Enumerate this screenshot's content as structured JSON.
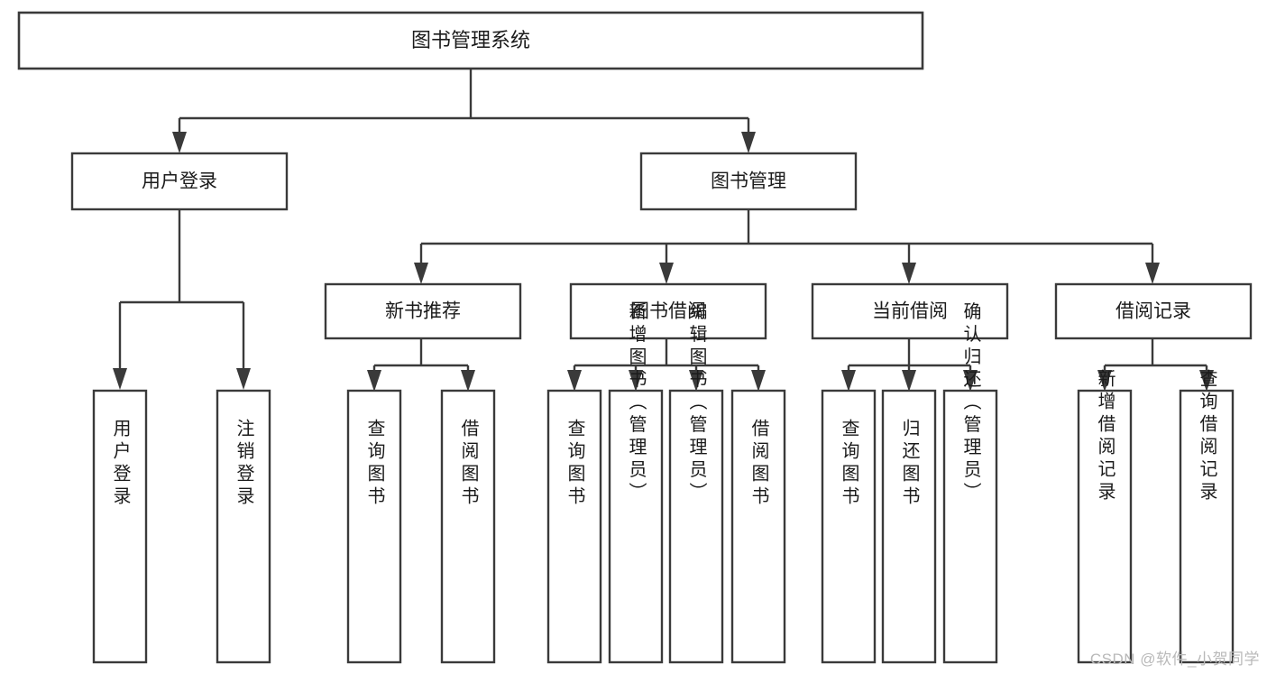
{
  "diagram": {
    "type": "tree-hierarchy",
    "title": "图书管理系统",
    "watermark": "CSDN @软件_小贺同学",
    "colors": {
      "stroke": "#3a3a3a",
      "fill": "#ffffff",
      "text": "#1b1b1b",
      "watermark": "#b9b9b9"
    },
    "nodes": {
      "root": {
        "label": "图书管理系统"
      },
      "level2": [
        {
          "id": "user-login",
          "label": "用户登录"
        },
        {
          "id": "book-manage",
          "label": "图书管理"
        }
      ],
      "level3": [
        {
          "id": "new-book-rec",
          "label": "新书推荐"
        },
        {
          "id": "book-borrow",
          "label": "图书借阅"
        },
        {
          "id": "current-borrow",
          "label": "当前借阅"
        },
        {
          "id": "borrow-record",
          "label": "借阅记录"
        }
      ],
      "leaves": {
        "user-login": [
          {
            "id": "leaf-user-login",
            "label": "用户登录"
          },
          {
            "id": "leaf-logout",
            "label": "注销登录"
          }
        ],
        "new-book-rec": [
          {
            "id": "leaf-query-book-1",
            "label": "查询图书"
          },
          {
            "id": "leaf-borrow-book-1",
            "label": "借阅图书"
          }
        ],
        "book-borrow": [
          {
            "id": "leaf-query-book-2",
            "label": "查询图书"
          },
          {
            "id": "leaf-add-book",
            "label": "新增图书（管理员）"
          },
          {
            "id": "leaf-edit-book",
            "label": "编辑图书（管理员）"
          },
          {
            "id": "leaf-borrow-book-2",
            "label": "借阅图书"
          }
        ],
        "current-borrow": [
          {
            "id": "leaf-query-book-3",
            "label": "查询图书"
          },
          {
            "id": "leaf-return-book",
            "label": "归还图书"
          },
          {
            "id": "leaf-confirm-return",
            "label": "确认归还（管理员）"
          }
        ],
        "borrow-record": [
          {
            "id": "leaf-add-record",
            "label": "新增借阅记录"
          },
          {
            "id": "leaf-query-record",
            "label": "查询借阅记录"
          }
        ]
      }
    }
  }
}
